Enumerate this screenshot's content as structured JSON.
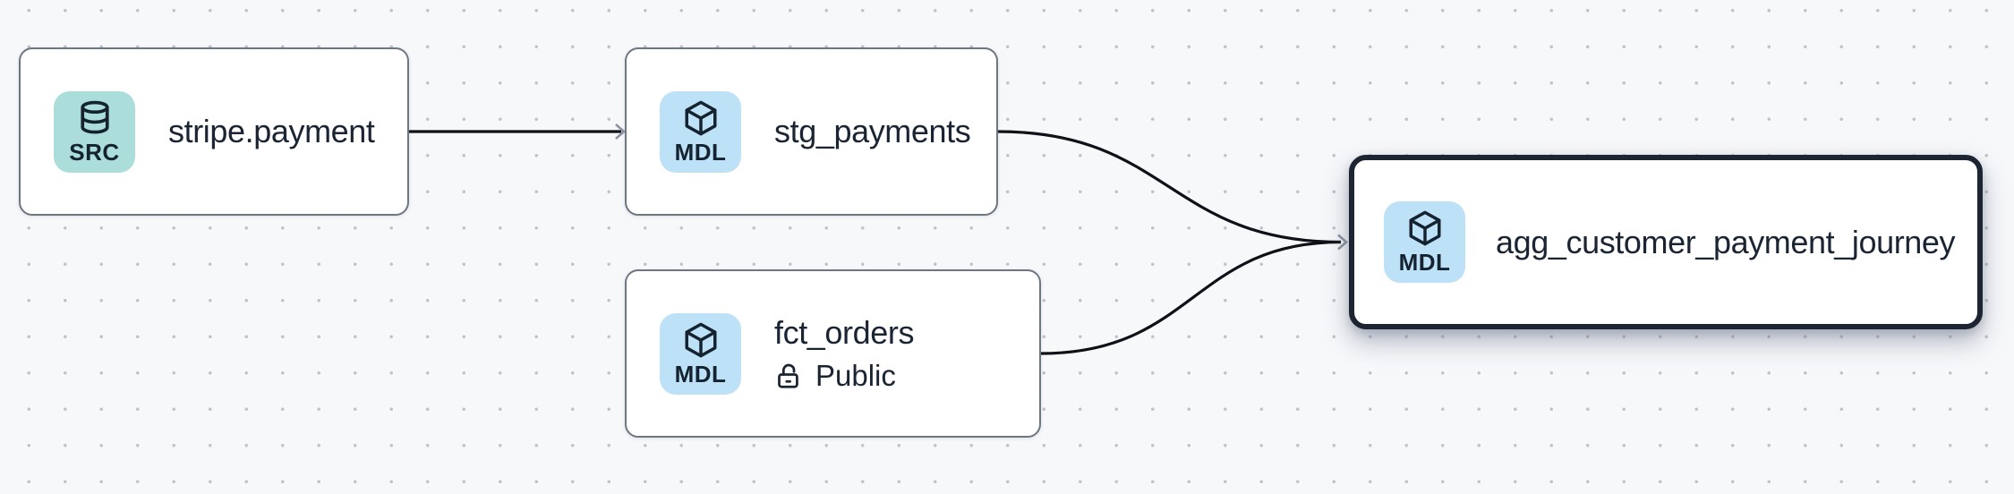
{
  "canvas": {
    "kind": "lineage-graph",
    "background_color": "#f7f8fa",
    "dot_grid_color": "#bfc3cb"
  },
  "colors": {
    "node_background": "#ffffff",
    "node_border": "#6d7683",
    "selected_node_border": "#1d2533",
    "edge": "#0e1218",
    "arrowhead": "#8b93a0",
    "src_badge_background": "#abdedb",
    "mdl_badge_background": "#bde1f6",
    "text": "#1a2433"
  },
  "nodes": [
    {
      "id": "stripe.payment",
      "title": "stripe.payment",
      "type_label": "SRC",
      "type_icon": "database-icon",
      "selected": false
    },
    {
      "id": "stg_payments",
      "title": "stg_payments",
      "type_label": "MDL",
      "type_icon": "cube-icon",
      "selected": false
    },
    {
      "id": "fct_orders",
      "title": "fct_orders",
      "type_label": "MDL",
      "type_icon": "cube-icon",
      "access": "Public",
      "access_icon": "unlock-icon",
      "selected": false
    },
    {
      "id": "agg_customer_payment_journey",
      "title": "agg_customer_payment_journey",
      "type_label": "MDL",
      "type_icon": "cube-icon",
      "selected": true
    }
  ],
  "edges": [
    {
      "from": "stripe.payment",
      "to": "stg_payments"
    },
    {
      "from": "stg_payments",
      "to": "agg_customer_payment_journey"
    },
    {
      "from": "fct_orders",
      "to": "agg_customer_payment_journey"
    }
  ]
}
